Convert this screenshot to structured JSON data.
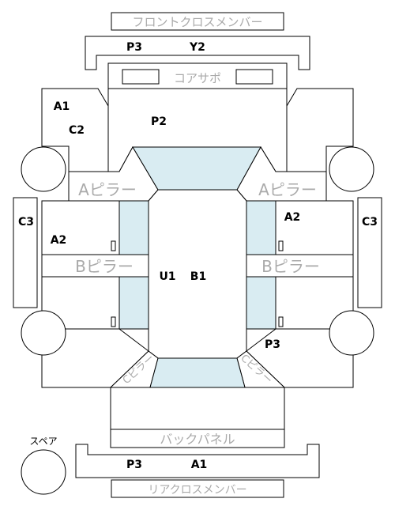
{
  "parts": {
    "front_cross_member": "フロントクロスメンバー",
    "core_support": "コアサポ",
    "a_pillar_left": "Aピラー",
    "a_pillar_right": "Aピラー",
    "b_pillar_left": "Bピラー",
    "b_pillar_right": "Bピラー",
    "back_panel": "バックパネル",
    "rear_cross_member": "リアクロスメンバー",
    "spare": "スペア",
    "c_pillar_left": "Cピラー",
    "c_pillar_right": "Cピラー"
  },
  "codes": {
    "front_p3": "P3",
    "front_y2": "Y2",
    "a1_left": "A1",
    "c2": "C2",
    "p2": "P2",
    "c3_left": "C3",
    "c3_right": "C3",
    "a2_left": "A2",
    "a2_right": "A2",
    "u1": "U1",
    "b1": "B1",
    "p3_right": "P3",
    "rear_p3": "P3",
    "rear_a1": "A1"
  },
  "colors": {
    "line": "#000000",
    "glass": "#d9ecf2",
    "label_gray": "#aaaaaa"
  }
}
